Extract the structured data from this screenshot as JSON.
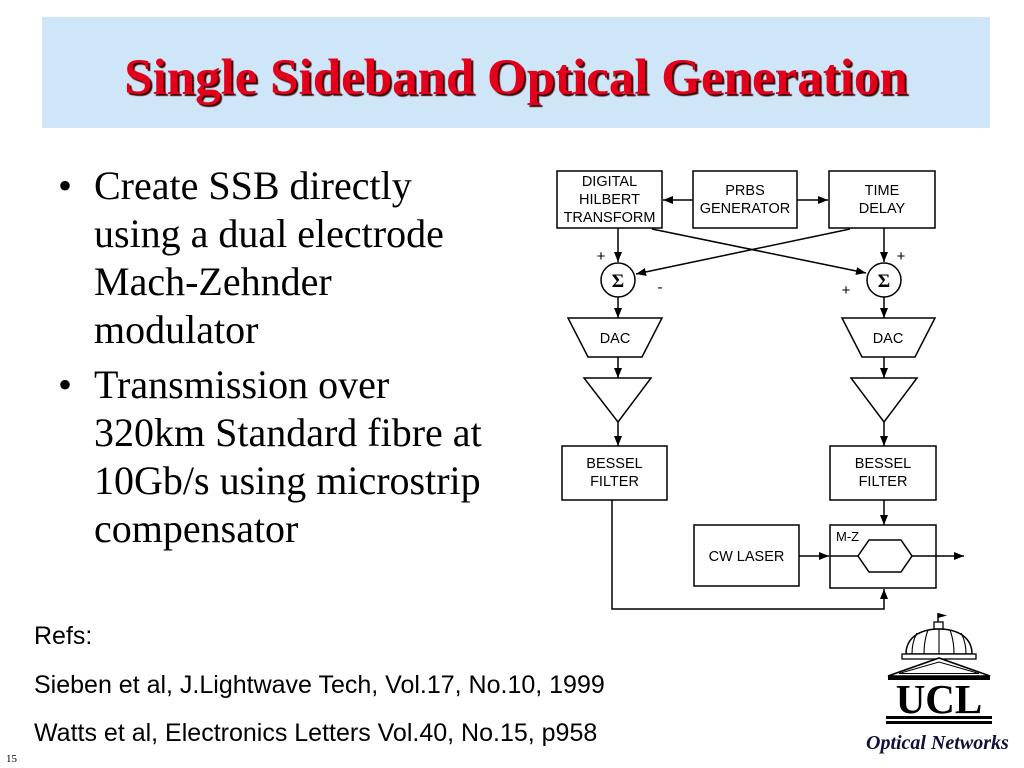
{
  "theme": {
    "title_background": "#cfe6f9",
    "title_text": "#e3001b",
    "title_shadow": "#3d0000",
    "body_text": "#000000",
    "footer_text": "#10103a"
  },
  "slide": {
    "title": "Single Sideband Optical Generation",
    "footer": "Optical Networks",
    "page_number": "15",
    "logo": {
      "icon": "ucl-dome-logo",
      "text": "UCL"
    }
  },
  "bullets": {
    "symbol": "•",
    "items": [
      {
        "lines": [
          "Create SSB directly",
          "using a dual electrode",
          "Mach-Zehnder",
          "modulator"
        ]
      },
      {
        "lines": [
          "Transmission over",
          "320km Standard fibre at",
          "10Gb/s using microstrip",
          "compensator"
        ]
      }
    ]
  },
  "diagram": {
    "hilbert_transform": [
      "DIGITAL",
      "HILBERT",
      "TRANSFORM"
    ],
    "prbs_generator": [
      "PRBS",
      "GENERATOR"
    ],
    "time_delay": [
      "TIME",
      "DELAY"
    ],
    "summer_symbol": "Σ",
    "left_summer_signs": {
      "top": "+",
      "cross": "-"
    },
    "right_summer_signs": {
      "top": "+",
      "cross": "+"
    },
    "dac_left": "DAC",
    "dac_right": "DAC",
    "bessel_filter_left": [
      "BESSEL",
      "FILTER"
    ],
    "bessel_filter_right": [
      "BESSEL",
      "FILTER"
    ],
    "cw_laser": "CW LASER",
    "modulator": "M-Z"
  },
  "refs": {
    "heading": "Refs:",
    "items": [
      "Sieben et al, J.Lightwave Tech, Vol.17, No.10, 1999",
      "Watts et al, Electronics Letters Vol.40, No.15, p958"
    ]
  }
}
